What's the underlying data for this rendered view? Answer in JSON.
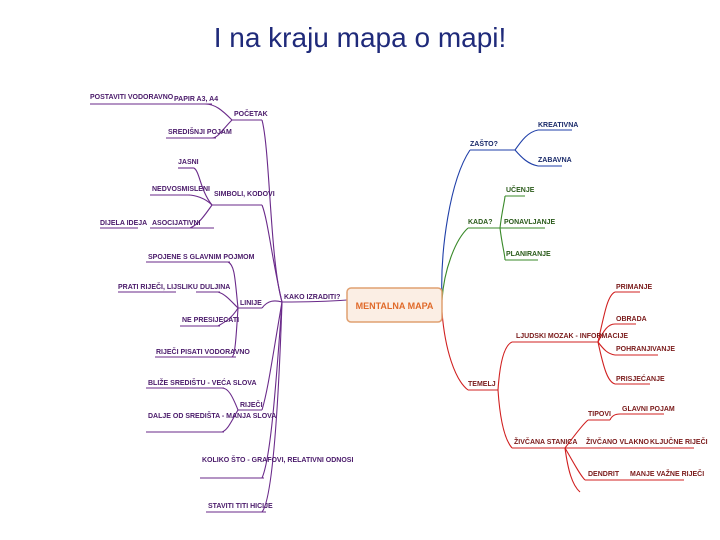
{
  "title": "I na kraju mapa o mapi!",
  "center": "MENTALNA MAPA",
  "colors": {
    "purple": "#6a2a8a",
    "blue": "#1f3fa8",
    "green": "#3a8a2a",
    "red": "#d02020",
    "center_border": "#e0a070"
  },
  "left": {
    "root": "KAKO IZRADITI?",
    "pocetak": "POČETAK",
    "papir": "PAPIR A3, A4",
    "postaviti": "POSTAVITI VODORAVNO",
    "sredisnji": "SREDIŠNJI POJAM",
    "simboli": "SIMBOLI, KODOVI",
    "jasni": "JASNI",
    "nedvosmisleni": "NEDVOSMISLENI",
    "asocijativni": "ASOCIJATIVNI",
    "dijela_ideja": "DIJELA IDEJA",
    "linije": "LINIJE",
    "spojene": "SPOJENE S GLAVNIM POJMOM",
    "duljina": "DULJINA",
    "prati": "PRATI RIJEČI, LIJSLIKU",
    "ne_presijecati": "NE PRESIJECATI",
    "rijeci_pisati": "RIJEČI PISATI VODORAVNO",
    "rijeci": "RIJEČI",
    "blize": "BLIŽE SREDIŠTU - VEĆA SLOVA",
    "dalje": "DALJE OD SREDIŠTA - MANJA SLOVA",
    "koristiti": "KOLIKO ŠTO - GRAFOVI, RELATIVNI ODNOSI",
    "staviti": "STAVITI TITI HICIJE"
  },
  "right": {
    "zasto": "ZAŠTO?",
    "kreativna": "KREATIVNA",
    "zabavna": "ZABAVNA",
    "kada": "KADA?",
    "ucenje": "UČENJE",
    "ponavljanje": "PONAVLJANJE",
    "planiranje": "PLANIRANJE",
    "temelj": "TEMELJ",
    "ljudski": "LJUDSKI MOZAK - INFORMACIJE",
    "primanje": "PRIMANJE",
    "obrada": "OBRADA",
    "pohranjivanje": "POHRANJIVANJE",
    "prisjecanje": "PRISJEĆANJE",
    "tipovi": "TIPOVI",
    "glavni": "GLAVNI POJAM",
    "zivcana": "ŽIVČANA STANICA",
    "zivcano": "ŽIVČANO VLAKNO",
    "kljucne": "KLJUČNE RIJEČI",
    "dendrit": "DENDRIT",
    "manje": "MANJE VAŽNE RIJEČI"
  }
}
